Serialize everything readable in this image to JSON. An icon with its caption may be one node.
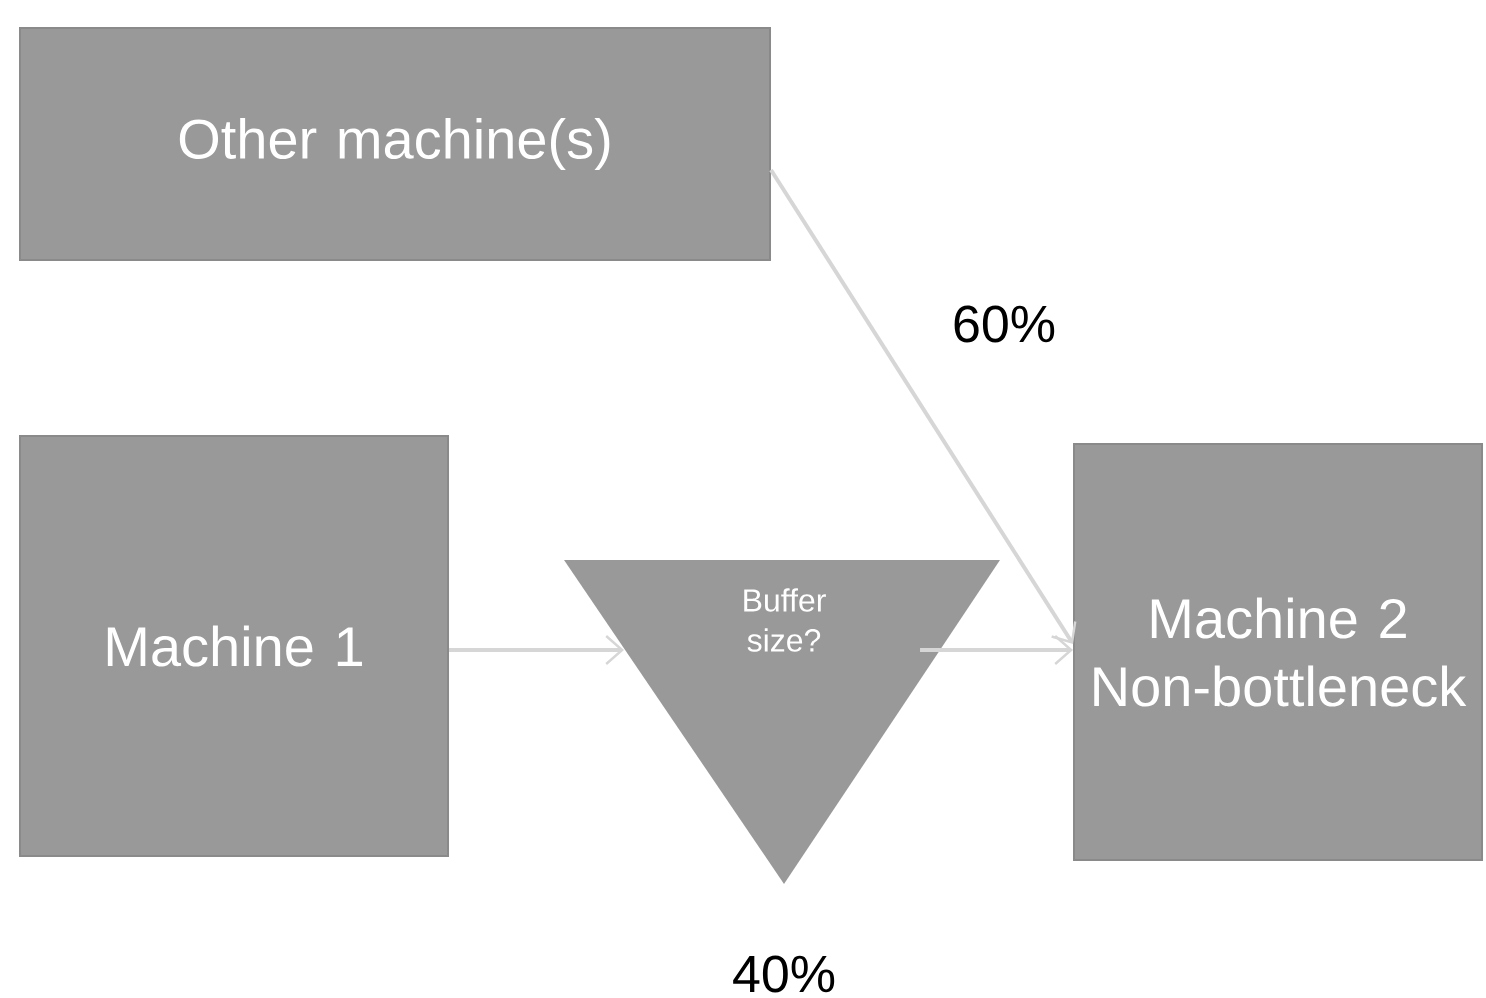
{
  "diagram": {
    "nodes": [
      {
        "text": [
          "Other machine(s)"
        ]
      },
      {
        "text": [
          "Machine 1"
        ]
      },
      {
        "text": [
          "Buffer size?"
        ]
      },
      {
        "text": [
          "Machine 2 Non-bottleneck"
        ]
      }
    ],
    "edges": [
      {
        "from": 1,
        "to": 2,
        "arrow": "to"
      },
      {
        "from": 2,
        "to": 3,
        "arrow": "to"
      },
      {
        "from": 0,
        "to": 3,
        "arrow": "to"
      }
    ],
    "labels": [
      "60%",
      "40%"
    ]
  }
}
